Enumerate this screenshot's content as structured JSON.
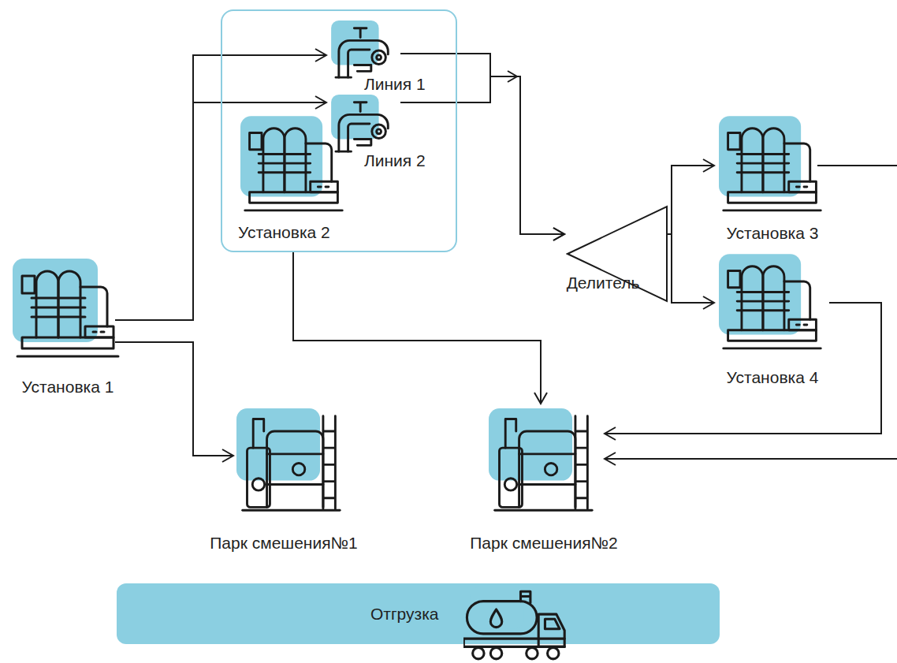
{
  "diagram": {
    "nodes": [
      {
        "text": [
          "Установка 1"
        ]
      },
      {
        "text": [
          "Установка 2"
        ]
      },
      {
        "text": [
          "Линия 1"
        ],
        "in": 1
      },
      {
        "text": [
          "Линия 2"
        ],
        "in": 1
      },
      {
        "text": [
          "Делитель"
        ]
      },
      {
        "text": [
          "Установка 3"
        ]
      },
      {
        "text": [
          "Установка 4"
        ]
      },
      {
        "text": [
          "Парк смешения№1"
        ]
      },
      {
        "text": [
          "Парк смешения№2"
        ]
      },
      {
        "text": [
          "Отгрузка"
        ]
      }
    ],
    "edges": [
      {
        "from": 0,
        "to": 2,
        "arrow": "to"
      },
      {
        "from": 0,
        "to": 3,
        "arrow": "to"
      },
      {
        "from": 0,
        "to": 7,
        "arrow": "to"
      },
      {
        "from": 2,
        "to": 4,
        "arrow": "to"
      },
      {
        "from": 3,
        "to": 4,
        "arrow": "to"
      },
      {
        "from": 1,
        "to": 8,
        "arrow": "to"
      },
      {
        "from": 4,
        "to": 5,
        "arrow": "to"
      },
      {
        "from": 4,
        "to": 6,
        "arrow": "to"
      },
      {
        "from": 6,
        "to": 8,
        "arrow": "to"
      },
      {
        "from": 5,
        "to": 8,
        "arrow": "to"
      }
    ]
  }
}
